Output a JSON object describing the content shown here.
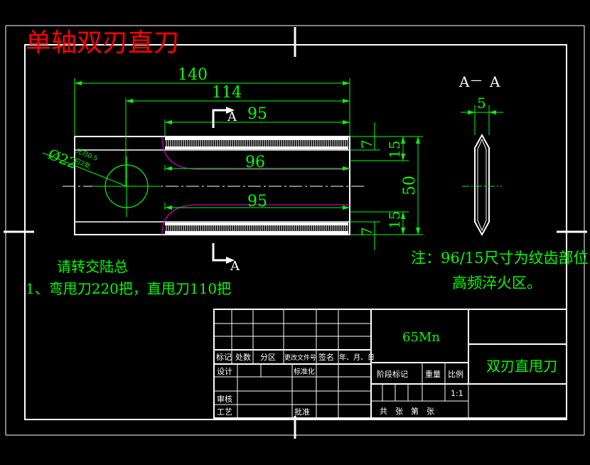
{
  "title": "单轴双刃直刀",
  "section_label": {
    "left": "A",
    "dash": "—",
    "right": "A"
  },
  "cut_marks": {
    "top": "A",
    "bottom": "A"
  },
  "dimensions": {
    "d140": "140",
    "d114": "114",
    "d95_top": "95",
    "d96": "96",
    "d95_bottom": "95",
    "d7_top": "7",
    "d15_top": "15",
    "d50": "50",
    "d15_bottom": "15",
    "d7_bottom": "7",
    "d5": "5",
    "hole": "Ø22",
    "tiny1": "光刃0.5",
    "tiny2": "刃2处"
  },
  "notes_left": {
    "line1": "请转交陆总",
    "line2": "1、弯甩刀220把，直甩刀110把"
  },
  "notes_right": {
    "line1": "注：96/15尺寸为纹齿部位",
    "line2": "高频淬火区。"
  },
  "title_block": {
    "material": "65Mn",
    "part_name": "双刃直甩刀",
    "row_labels": [
      "标记",
      "处数",
      "分区",
      "更改文件号",
      "签名",
      "年、月、日"
    ],
    "design": "设计",
    "standardize": "标准化",
    "review": "审核",
    "process": "工艺",
    "approve": "批准",
    "stage_mark": "阶段标记",
    "weight": "重量",
    "scale_label": "比例",
    "scale_value": "1:1",
    "sheets": "共　张　第　张"
  },
  "colors": {
    "background": "#000000",
    "lines": "#ffffff",
    "dimension": "#00ff00",
    "title": "#ff0000",
    "notes": "#00ff00",
    "arc": "#cc00cc"
  }
}
